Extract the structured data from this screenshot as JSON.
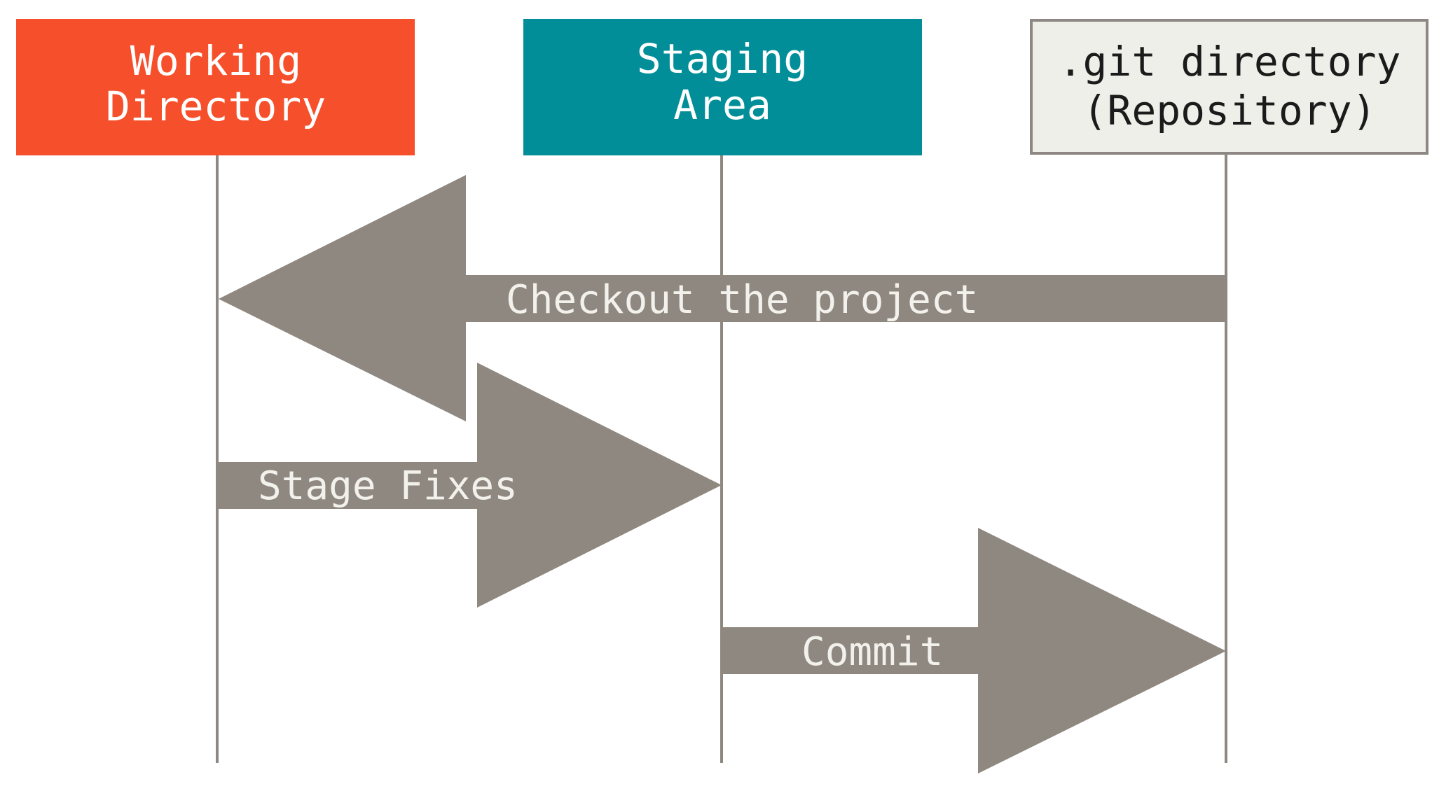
{
  "colors": {
    "working": "#f64f2b",
    "staging": "#028e98",
    "repo_fill": "#efefe9",
    "repo_stroke": "#8d8883",
    "arrow": "#8f8880",
    "line": "#8f8880",
    "light_text": "#ffffff",
    "dark_text": "#1b1b1b"
  },
  "boxes": {
    "working": {
      "line1": "Working",
      "line2": "Directory"
    },
    "staging": {
      "line1": "Staging",
      "line2": "Area"
    },
    "repo": {
      "line1": ".git directory",
      "line2": "(Repository)"
    }
  },
  "arrows": {
    "checkout": "Checkout the project",
    "stage": "Stage Fixes",
    "commit": "Commit"
  }
}
